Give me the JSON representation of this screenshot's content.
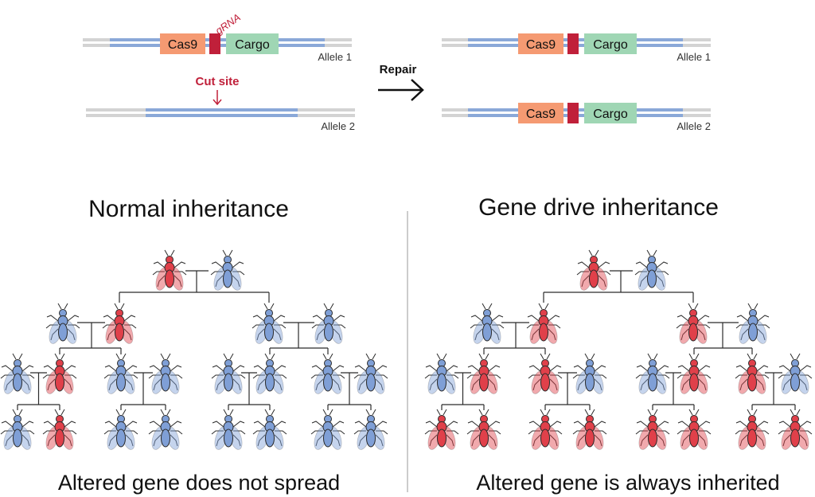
{
  "colors": {
    "grey": "#d3d3d3",
    "blue": "#8aa8d8",
    "cas9": "#f59a72",
    "grna": "#c0203a",
    "cargo": "#9fd6b4",
    "fly_blue": "#7f9fd6",
    "fly_red": "#e0404a",
    "red_text": "#c0203a"
  },
  "top": {
    "before": {
      "allele1": {
        "cas9": "Cas9",
        "grna": "gRNA",
        "cargo": "Cargo",
        "label": "Allele 1"
      },
      "allele2": {
        "cut_site": "Cut site",
        "label": "Allele 2"
      }
    },
    "repair_label": "Repair",
    "after": {
      "allele1": {
        "cas9": "Cas9",
        "cargo": "Cargo",
        "label": "Allele 1"
      },
      "allele2": {
        "cas9": "Cas9",
        "cargo": "Cargo",
        "label": "Allele 2"
      }
    }
  },
  "panels": {
    "normal": {
      "title": "Normal inheritance",
      "caption": "Altered gene does not spread",
      "generations": [
        [
          "red",
          "blue"
        ],
        [
          "blue",
          "red",
          "blue",
          "blue"
        ],
        [
          "blue",
          "red",
          "blue",
          "blue",
          "blue",
          "blue",
          "blue",
          "blue"
        ],
        [
          "blue",
          "red",
          "blue",
          "blue",
          "blue",
          "blue",
          "blue",
          "blue"
        ]
      ]
    },
    "gene_drive": {
      "title": "Gene drive inheritance",
      "caption": "Altered gene is always inherited",
      "generations": [
        [
          "red",
          "blue"
        ],
        [
          "blue",
          "red",
          "red",
          "blue"
        ],
        [
          "blue",
          "red",
          "red",
          "blue",
          "blue",
          "red",
          "red",
          "blue"
        ],
        [
          "red",
          "red",
          "red",
          "red",
          "red",
          "red",
          "red",
          "red"
        ]
      ]
    }
  }
}
